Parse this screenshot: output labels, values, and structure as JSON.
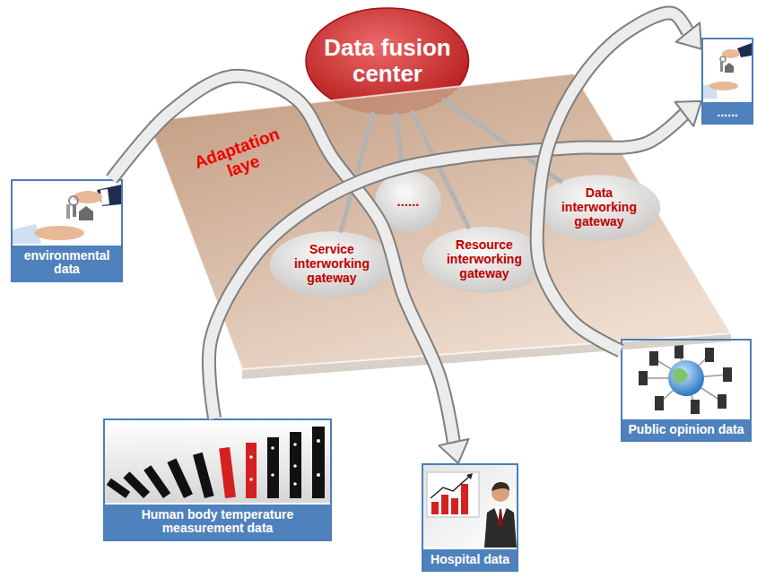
{
  "diagram": {
    "nodes": [
      {
        "text": [
          "Data fusion center"
        ]
      },
      {
        "text": [
          "......"
        ]
      },
      {
        "text": [
          "Adaptation laye"
        ]
      },
      {
        "text": [
          "......"
        ],
        "in": 2
      },
      {
        "text": [
          "Service interworking gateway"
        ],
        "in": 2
      },
      {
        "text": [
          "Resource interworking gateway"
        ],
        "in": 2
      },
      {
        "text": [
          "Data interworking gateway"
        ],
        "in": 2
      },
      {
        "text": [
          "environmental data"
        ]
      },
      {
        "text": [
          "Public opinion data"
        ]
      },
      {
        "text": [
          "Human body temperature measurement data"
        ]
      },
      {
        "text": [
          "Hospital data"
        ]
      }
    ],
    "edges": [
      {
        "from": 0,
        "to": 4,
        "arrow": "none"
      },
      {
        "from": 0,
        "to": 3,
        "arrow": "none"
      },
      {
        "from": 0,
        "to": 5,
        "arrow": "none"
      },
      {
        "from": 0,
        "to": 6,
        "arrow": "none"
      },
      {
        "from": 7,
        "to": 10,
        "arrow": "to"
      },
      {
        "from": 9,
        "to": 1,
        "arrow": "to"
      },
      {
        "from": 8,
        "to": 1,
        "arrow": "to"
      }
    ]
  }
}
